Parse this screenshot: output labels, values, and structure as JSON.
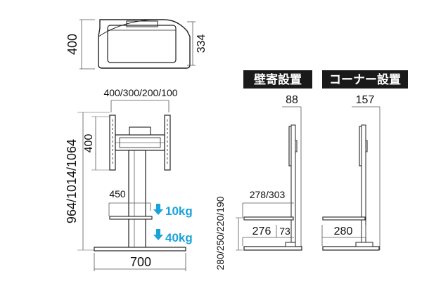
{
  "top_view": {
    "depth": "400",
    "depth_inner": "334"
  },
  "front_view": {
    "vesa": "400/300/200/100",
    "height": "964/1014/1064",
    "bracket_height": "400",
    "shelf_width": "450",
    "width": "700",
    "shelf_load": "10kg",
    "base_load": "40kg"
  },
  "wall_view": {
    "label": "壁寄設置",
    "depth": "88",
    "shelf_depth": "278/303",
    "base_depth": "276",
    "base_offset": "73",
    "shelf_heights": "280/250/220/190"
  },
  "corner_view": {
    "label": "コーナー設置",
    "depth": "157",
    "base_depth": "280"
  },
  "colors": {
    "accent": "#1aa3d9",
    "ink": "#1a1a1a"
  }
}
